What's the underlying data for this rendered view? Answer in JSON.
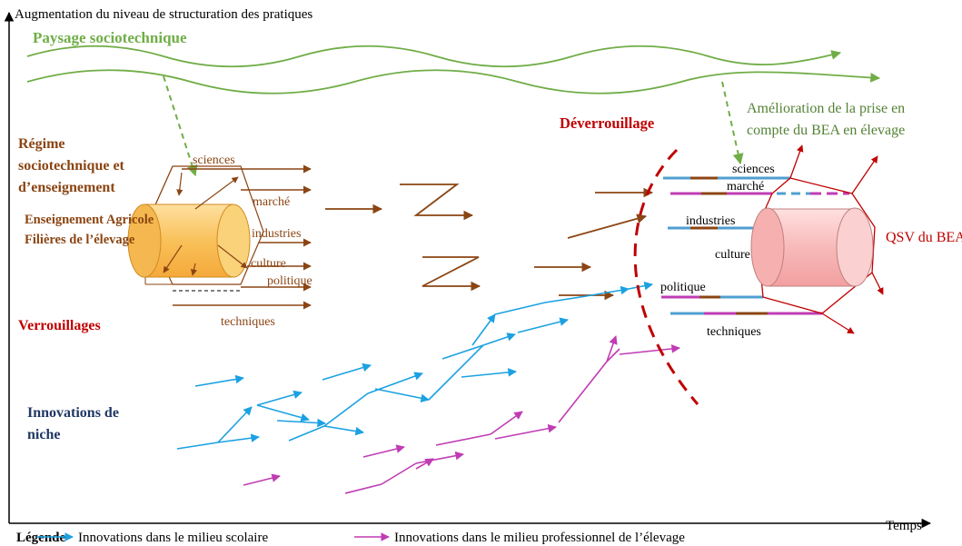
{
  "axes": {
    "y_label": "Augmentation du niveau de structuration des pratiques",
    "x_label": "Temps"
  },
  "levels": {
    "landscape": "Paysage sociotechnique",
    "regime_line1": "Régime",
    "regime_line2": "sociotechnique et",
    "regime_line3": "d’enseignement",
    "lock_ins": "Verrouillages",
    "niche_line1": "Innovations de",
    "niche_line2": "niche",
    "unlocking": "Déverrouillage"
  },
  "regime_box": {
    "line1": "Enseignement Agricole",
    "line2": "Filières de l’élevage",
    "dimensions": [
      "sciences",
      "marché",
      "industries",
      "culture",
      "politique",
      "techniques"
    ]
  },
  "outcome": {
    "line1": "Amélioration de la prise en",
    "line2": "compte du BEA en élevage",
    "cylinder_label": "QSV  du BEA",
    "dimensions": [
      "sciences",
      "marché",
      "industries",
      "culture",
      "politique",
      "techniques"
    ]
  },
  "legend": {
    "title": "Légende",
    "school": "Innovations dans le milieu scolaire",
    "professional": "Innovations dans le milieu professionnel de l’élevage"
  },
  "colors": {
    "brown": "#8B4513",
    "green": "#70AD47",
    "red": "#C00000",
    "navy": "#1F3864",
    "cyan": "#1BA1E2",
    "magenta": "#C03CB4"
  }
}
